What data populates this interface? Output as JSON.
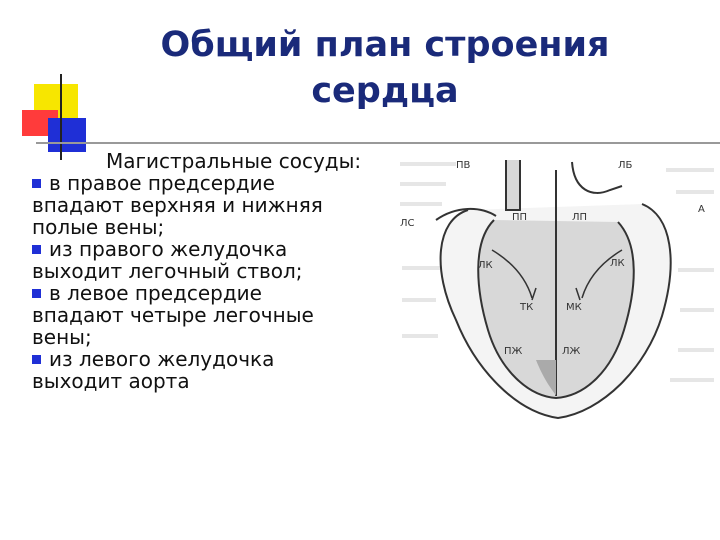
{
  "slide": {
    "title_line1": "Общий план строения",
    "title_line2": "сердца"
  },
  "text": {
    "heading": "Магистральные сосуды:",
    "bullets": [
      {
        "line1": "в правое предсердие",
        "line2": "впадают верхняя и нижняя",
        "line3": "полые вены;"
      },
      {
        "line1": "из правого желудочка",
        "line2": "выходит легочный ствол;"
      },
      {
        "line1": "в левое предсердие",
        "line2": "впадают четыре легочные",
        "line3": "вены;"
      },
      {
        "line1": "из левого желудочка",
        "line2": "выходит аорта"
      }
    ]
  },
  "diagram": {
    "labels": {
      "pv": "ПВ",
      "lb": "ЛБ",
      "ls": "ЛС",
      "pp": "ПП",
      "lp": "ЛП",
      "a": "А",
      "lk_left": "ЛК",
      "lk_right": "ЛК",
      "tk": "ТК",
      "mk": "МК",
      "pzh": "ПЖ",
      "lzh": "ЛЖ"
    }
  },
  "colors": {
    "title": "#1a2a7a",
    "bullet": "#1f2fd6",
    "deco_yellow": "#f7e600",
    "deco_red": "#ff3b3b",
    "deco_blue": "#1f2fd6"
  }
}
